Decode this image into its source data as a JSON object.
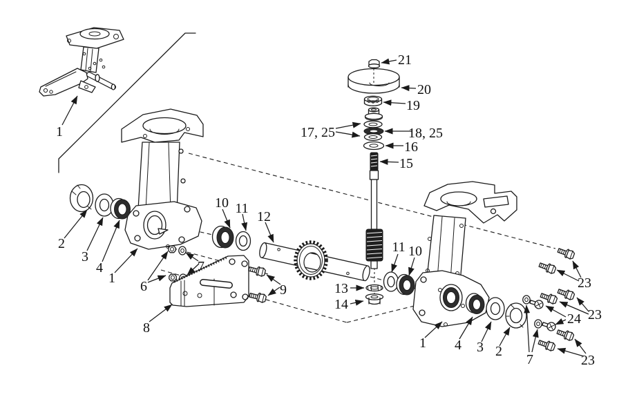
{
  "figure": {
    "background": "#ffffff",
    "ink": "#1a1a1a",
    "dark_fill": "#2d2d2d"
  },
  "labels": [
    {
      "ref": "assembled-unit",
      "text": "1"
    },
    {
      "ref": "cap-left",
      "text": "2"
    },
    {
      "ref": "thrust-washer-left",
      "text": "3"
    },
    {
      "ref": "seal-left",
      "text": "4"
    },
    {
      "ref": "housing-left",
      "text": "1"
    },
    {
      "ref": "nuts",
      "text": "6"
    },
    {
      "ref": "washers-left",
      "text": "7"
    },
    {
      "ref": "bracket",
      "text": "8"
    },
    {
      "ref": "bracket-bolts",
      "text": "9"
    },
    {
      "ref": "seal-center",
      "text": "10"
    },
    {
      "ref": "washer-center",
      "text": "11"
    },
    {
      "ref": "axle-shaft",
      "text": "12"
    },
    {
      "ref": "washer-13",
      "text": "13"
    },
    {
      "ref": "bushing-lower",
      "text": "14"
    },
    {
      "ref": "worm-shaft",
      "text": "15"
    },
    {
      "ref": "washer-16",
      "text": "16"
    },
    {
      "ref": "washers-17-25",
      "text": "17, 25"
    },
    {
      "ref": "washer-18-25",
      "text": "18, 25"
    },
    {
      "ref": "bearing-19",
      "text": "19"
    },
    {
      "ref": "pulley-20",
      "text": "20"
    },
    {
      "ref": "nut-21",
      "text": "21"
    },
    {
      "ref": "washer-right",
      "text": "11"
    },
    {
      "ref": "seal-right",
      "text": "10"
    },
    {
      "ref": "housing-right",
      "text": "1"
    },
    {
      "ref": "seal-right-outer",
      "text": "4"
    },
    {
      "ref": "washer-right-outer",
      "text": "3"
    },
    {
      "ref": "cap-right",
      "text": "2"
    },
    {
      "ref": "washers-right",
      "text": "7"
    },
    {
      "ref": "screws-24",
      "text": "24"
    },
    {
      "ref": "bolts-23-top",
      "text": "23"
    },
    {
      "ref": "bolts-23-mid",
      "text": "23"
    },
    {
      "ref": "bolts-23-bottom",
      "text": "23"
    }
  ]
}
